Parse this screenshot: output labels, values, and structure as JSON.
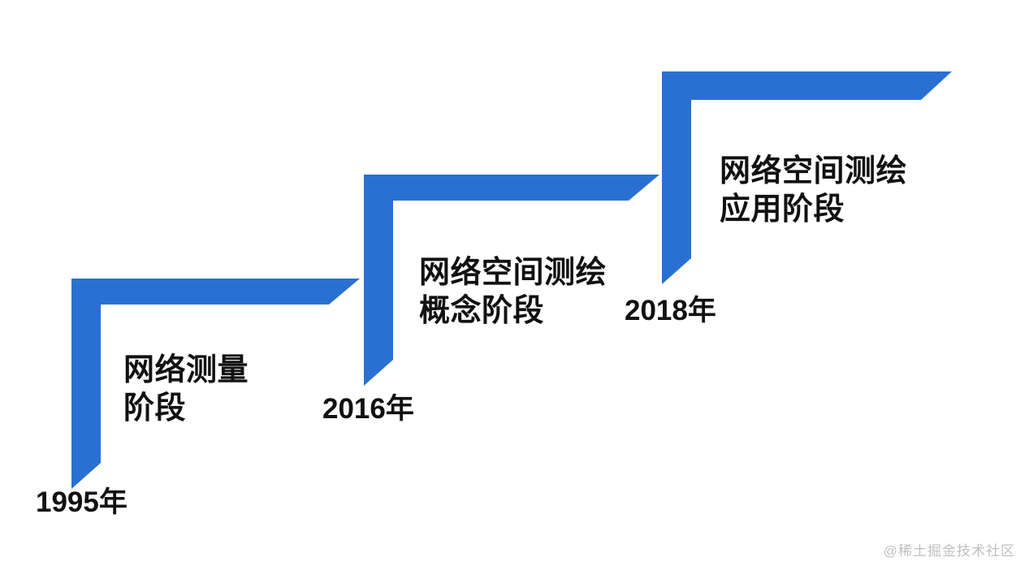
{
  "colors": {
    "step_blue": "#2A70D2",
    "text": "#111111",
    "watermark_gray": "#bfbfbf",
    "background": "#ffffff"
  },
  "diagram": {
    "type": "staircase-timeline",
    "direction": "ascending-left-to-right",
    "steps": [
      {
        "year": "1995年",
        "label": "网络测量\n阶段"
      },
      {
        "year": "2016年",
        "label": "网络空间测绘\n概念阶段"
      },
      {
        "year": "2018年",
        "label": "网络空间测绘\n应用阶段"
      }
    ]
  },
  "watermark": "@稀土掘金技术社区"
}
